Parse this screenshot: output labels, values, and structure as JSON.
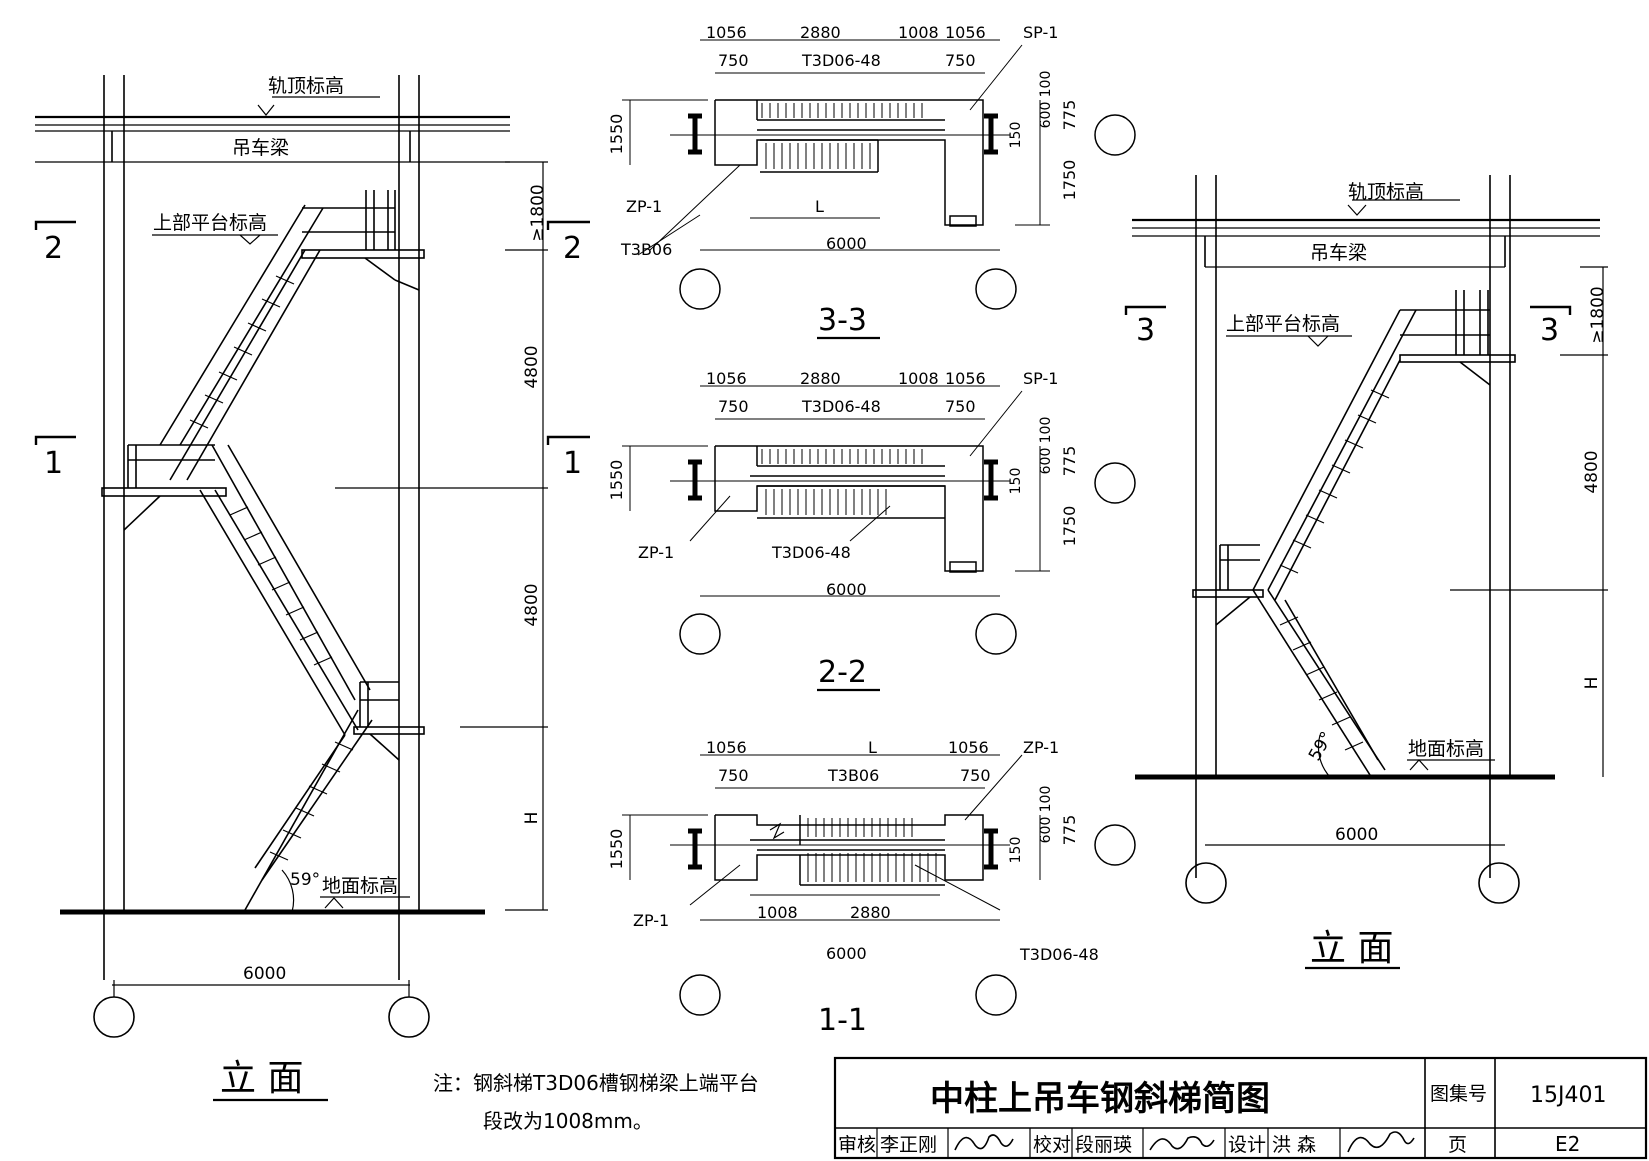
{
  "labels": {
    "rail_top": "轨顶标高",
    "crane_beam": "吊车梁",
    "upper_platform": "上部平台标高",
    "ground": "地面标高",
    "angle": "59°",
    "elevation": "立 面"
  },
  "dims": {
    "d1800": "≥1800",
    "d4800": "4800",
    "dH": "H",
    "d6000": "6000",
    "d1056": "1056",
    "d2880": "2880",
    "d1008": "1008",
    "d750": "750",
    "d1550": "1550",
    "d775": "775",
    "d100": "100",
    "d150": "150",
    "d600": "600",
    "d1750": "1750",
    "dL": "L"
  },
  "parts": {
    "sp1": "SP-1",
    "zp1": "ZP-1",
    "t3d06_48": "T3D06-48",
    "t3b06": "T3B06"
  },
  "sections": {
    "s1": "1",
    "s2": "2",
    "s3": "3",
    "t11": "1-1",
    "t22": "2-2",
    "t33": "3-3"
  },
  "note": {
    "line1": "注：钢斜梯T3D06槽钢梯梁上端平台",
    "line2": "段改为1008mm。"
  },
  "title_block": {
    "title": "中柱上吊车钢斜梯简图",
    "atlas_label": "图集号",
    "atlas_no": "15J401",
    "review": "审核",
    "reviewer": "李正刚",
    "check": "校对",
    "checker": "段丽瑛",
    "design": "设计",
    "designer": "洪 森",
    "page_label": "页",
    "page_no": "E2"
  }
}
